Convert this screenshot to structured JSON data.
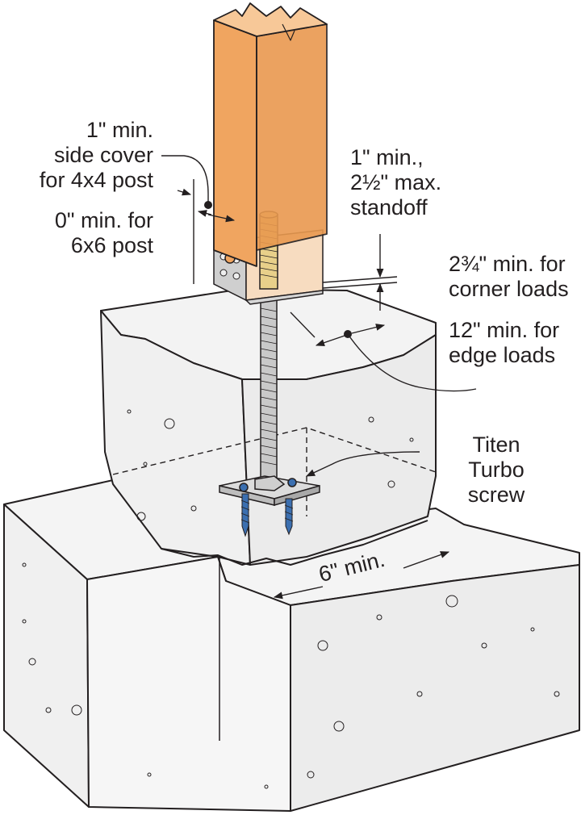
{
  "labels": {
    "side_cover": [
      "1\" min.",
      "side cover",
      "for 4x4 post"
    ],
    "six_by_six": [
      "0\" min. for",
      "6x6 post"
    ],
    "standoff": [
      "1\" min.,",
      "2½\" max.",
      "standoff"
    ],
    "corner_loads": [
      "2¾\" min. for",
      "corner loads"
    ],
    "edge_loads": [
      "12\" min. for",
      "edge loads"
    ],
    "screw": [
      "Titen",
      "Turbo",
      "screw"
    ],
    "width": "6\" min."
  },
  "colors": {
    "post": "#f0a560",
    "post_end": "#f7c898",
    "post_dark": "#d98b46",
    "concrete": "#f2f2f2",
    "steel": "#c9c9c9",
    "thread": "#e8d08a",
    "screw_blue": "#3b6fb0",
    "ink": "#231f20"
  }
}
